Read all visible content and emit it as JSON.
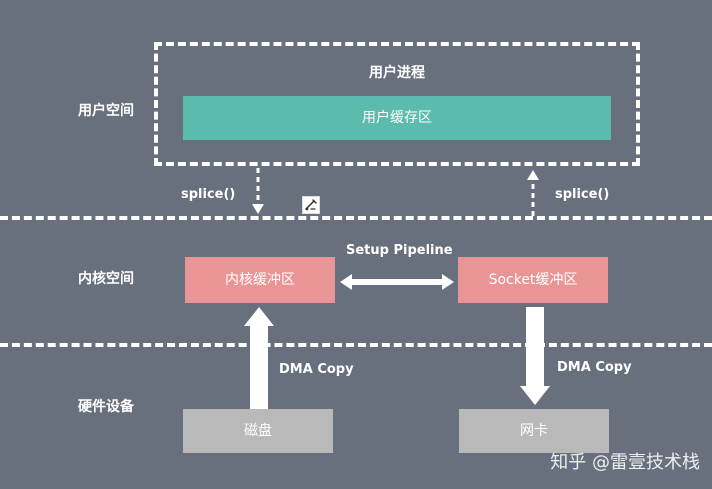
{
  "diagram": {
    "labels": {
      "user_space": "用户空间",
      "kernel_space": "内核空间",
      "hardware": "硬件设备"
    },
    "nodes": {
      "user_process": "用户进程",
      "user_buffer": "用户缓存区",
      "kernel_buffer": "内核缓冲区",
      "socket_buffer": "Socket缓冲区",
      "disk": "磁盘",
      "nic": "网卡"
    },
    "annotations": {
      "splice_left": "splice()",
      "splice_right": "splice()",
      "setup_pipeline": "Setup Pipeline",
      "dma_left": "DMA Copy",
      "dma_right": "DMA Copy"
    },
    "watermark": "知乎 @雷壹技术栈",
    "colors": {
      "background": "#69707d",
      "user_buffer": "#5bbcad",
      "kernel_buffer": "#ea9595",
      "socket_buffer": "#ea9595",
      "hardware_box": "#b9b9b9",
      "line": "#ffffff"
    }
  }
}
